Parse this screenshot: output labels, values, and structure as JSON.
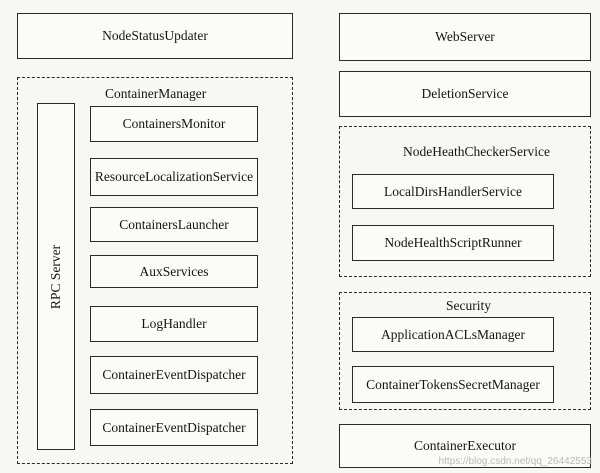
{
  "left": {
    "node_status_updater": "NodeStatusUpdater",
    "container_manager": {
      "title": "ContainerManager",
      "rpc_server": "RPC Server",
      "components": [
        "ContainersMonitor",
        "ResourceLocalizationService",
        "ContainersLauncher",
        "AuxServices",
        "LogHandler",
        "ContainerEventDispatcher",
        "ContainerEventDispatcher"
      ]
    }
  },
  "right": {
    "web_server": "WebServer",
    "deletion_service": "DeletionService",
    "health_checker": {
      "title": "NodeHeathCheckerService",
      "components": [
        "LocalDirsHandlerService",
        "NodeHealthScriptRunner"
      ]
    },
    "security": {
      "title": "Security",
      "components": [
        "ApplicationACLsManager",
        "ContainerTokensSecretManager"
      ]
    },
    "container_executor": "ContainerExecutor"
  },
  "watermark": "https://blog.csdn.net/qq_26442553"
}
